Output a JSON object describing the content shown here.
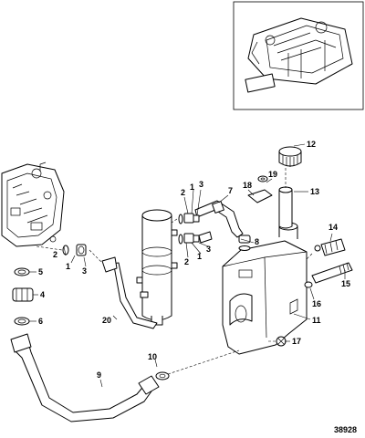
{
  "figure_number": "38928",
  "callouts": [
    {
      "label": "1"
    },
    {
      "label": "1"
    },
    {
      "label": "1"
    },
    {
      "label": "2"
    },
    {
      "label": "2"
    },
    {
      "label": "2"
    },
    {
      "label": "3"
    },
    {
      "label": "3"
    },
    {
      "label": "3"
    },
    {
      "label": "4"
    },
    {
      "label": "5"
    },
    {
      "label": "6"
    },
    {
      "label": "7"
    },
    {
      "label": "8"
    },
    {
      "label": "9"
    },
    {
      "label": "10"
    },
    {
      "label": "11"
    },
    {
      "label": "12"
    },
    {
      "label": "13"
    },
    {
      "label": "14"
    },
    {
      "label": "15"
    },
    {
      "label": "16"
    },
    {
      "label": "17"
    },
    {
      "label": "18"
    },
    {
      "label": "19"
    },
    {
      "label": "20"
    }
  ]
}
